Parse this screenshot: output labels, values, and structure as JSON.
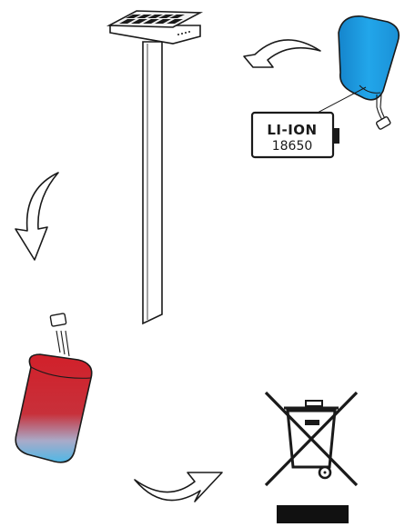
{
  "battery_label": {
    "type": "LI-ION",
    "model": "18650"
  },
  "colors": {
    "outline": "#1a1a1a",
    "panel_fill": "#f2f2f2",
    "battery_new": "#1e9be0",
    "battery_old_top": "#d1202a",
    "battery_old_bottom": "#4fb8e6",
    "disposal_bar": "#111111"
  },
  "icons": {
    "solar_lamp": "solar-garden-stake-light-icon",
    "battery_new": "new-battery-icon",
    "battery_old": "depleted-battery-icon",
    "battery_spec": "li-ion-battery-spec-icon",
    "disposal": "crossed-out-wheelie-bin-icon"
  },
  "steps": [
    {
      "name": "remove-old-battery-arrow"
    },
    {
      "name": "dispose-battery-arrow"
    },
    {
      "name": "insert-new-battery-arrow"
    }
  ]
}
